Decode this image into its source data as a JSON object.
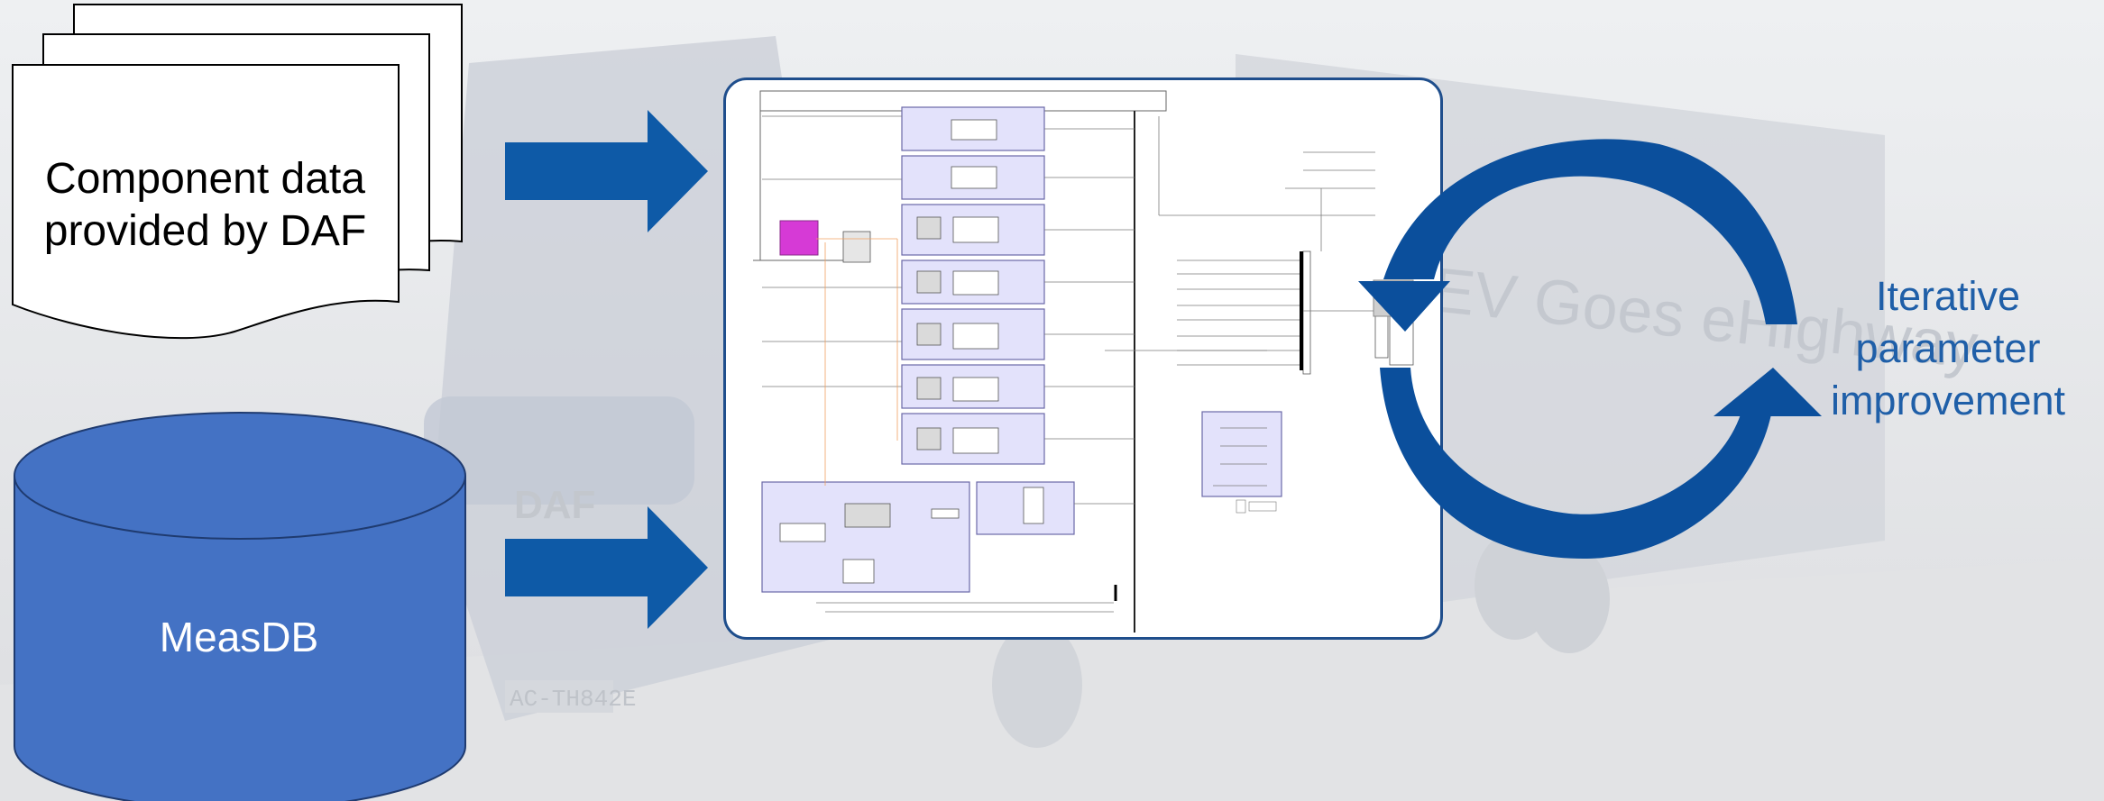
{
  "documents": {
    "label_line1": "Component data",
    "label_line2": "provided by DAF",
    "icon": "stacked-documents-icon"
  },
  "database": {
    "label": "MeasDB",
    "icon": "database-cylinder-icon",
    "fill_color": "#4472c4"
  },
  "loop": {
    "label_line1": "Iterative",
    "label_line2": "parameter",
    "label_line3": "improvement",
    "icon": "circular-arrows-icon",
    "color": "#1f5fa8"
  },
  "arrows": {
    "color": "#0e5aa7",
    "icon": "right-arrow-icon"
  },
  "model": {
    "icon": "simulink-model-icon",
    "highlight_color": "#e3e2fb",
    "accent_color": "#d63ad6"
  },
  "background": {
    "truck_text_grille": "DAF",
    "truck_plate": "AC-TH842E",
    "truck_side_text": "BEV Goes eHighway"
  }
}
